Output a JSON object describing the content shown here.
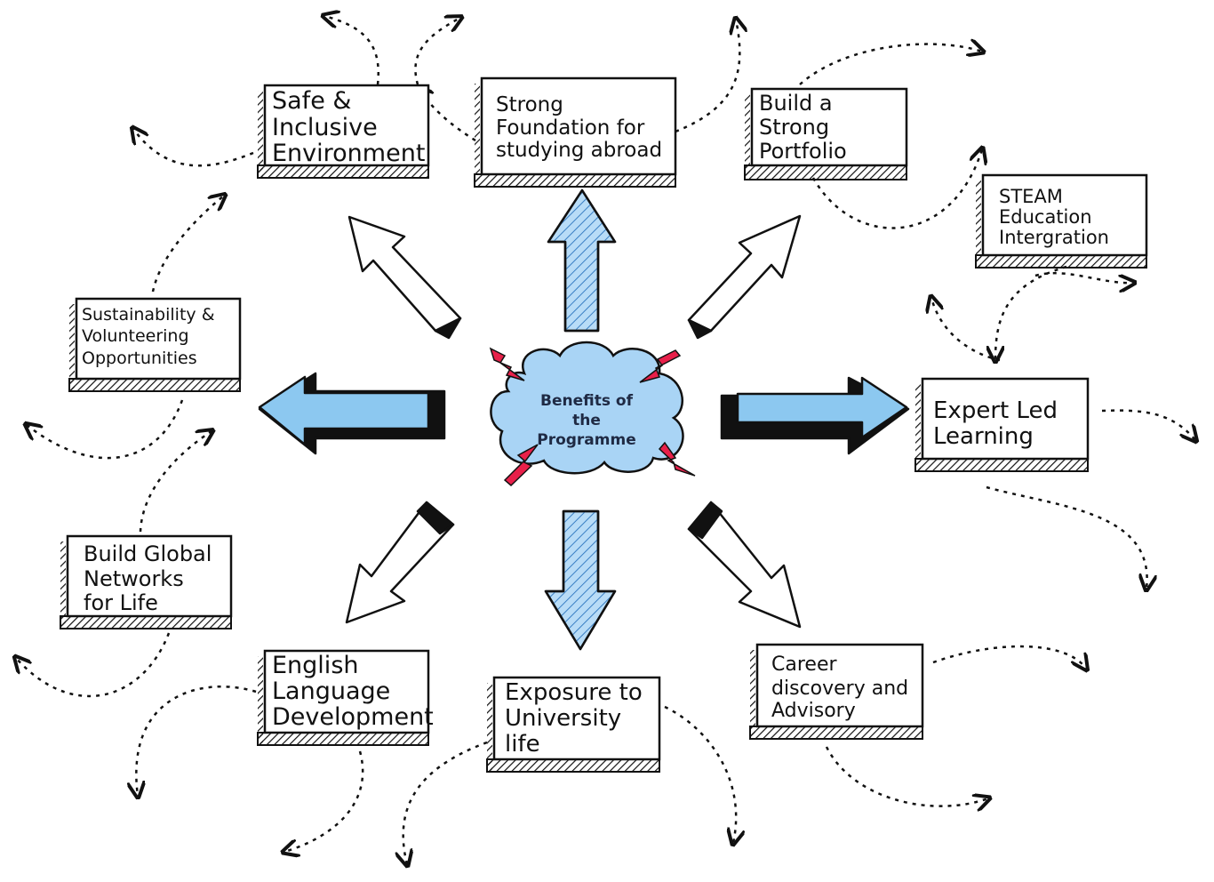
{
  "center": {
    "label_lines": [
      "Benefits of",
      "the",
      "Programme"
    ],
    "fill_color": "#a9d4f5",
    "spark_color": "#e8204a"
  },
  "nodes": [
    {
      "id": "safe-inclusive-environment",
      "lines": [
        "Safe &",
        "Inclusive",
        "Environment"
      ]
    },
    {
      "id": "strong-foundation-studying-abroad",
      "lines": [
        "Strong",
        "Foundation for",
        "studying abroad"
      ]
    },
    {
      "id": "build-strong-portfolio",
      "lines": [
        "Build a",
        "Strong",
        "Portfolio"
      ]
    },
    {
      "id": "steam-education-intergration",
      "lines": [
        "STEAM",
        "Education",
        "Intergration"
      ]
    },
    {
      "id": "sustainability-volunteering",
      "lines": [
        "Sustainability &",
        "Volunteering",
        "Opportunities"
      ]
    },
    {
      "id": "expert-led-learning",
      "lines": [
        "Expert Led",
        "Learning"
      ]
    },
    {
      "id": "build-global-networks",
      "lines": [
        "Build Global",
        "Networks",
        "for Life"
      ]
    },
    {
      "id": "english-language-development",
      "lines": [
        "English",
        "Language",
        "Development"
      ]
    },
    {
      "id": "exposure-university-life",
      "lines": [
        "Exposure to",
        "University",
        "life"
      ]
    },
    {
      "id": "career-discovery-advisory",
      "lines": [
        "Career",
        "discovery and",
        "Advisory"
      ]
    }
  ],
  "colors": {
    "arrow_blue": "#8cc8f0",
    "arrow_outline": "#111111",
    "box_fill": "#ffffff",
    "box_shadow": "#111111"
  }
}
